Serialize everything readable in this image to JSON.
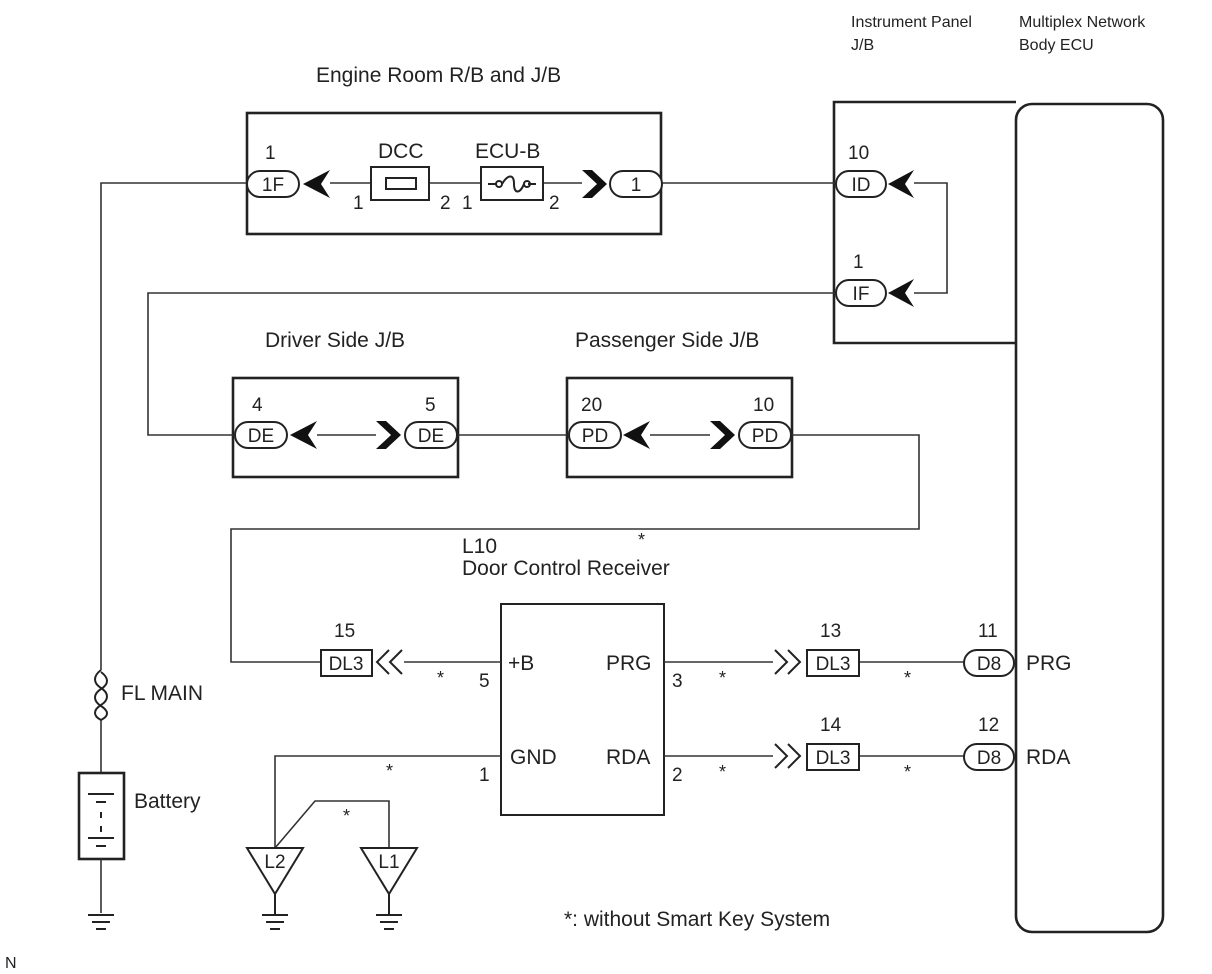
{
  "labels": {
    "ip_jb_line1": "Instrument Panel",
    "ip_jb_line2": "J/B",
    "ecu_line1": "Multiplex Network",
    "ecu_line2": "Body ECU",
    "engine_room": "Engine Room R/B and J/B",
    "driver_jb": "Driver Side J/B",
    "passenger_jb": "Passenger Side J/B",
    "receiver_code": "L10",
    "receiver_name": "Door Control Receiver",
    "fl_main": "FL MAIN",
    "battery": "Battery",
    "footnote": "*: without Smart Key System",
    "corner": "N"
  },
  "fuses": {
    "dcc": "DCC",
    "ecu_b": "ECU-B"
  },
  "connectors": {
    "er_1f": {
      "code": "1F",
      "pin": "1"
    },
    "er_1": {
      "code": "1"
    },
    "ip_id": {
      "code": "ID",
      "pin": "10"
    },
    "ip_if": {
      "code": "IF",
      "pin": "1"
    },
    "de_left": {
      "code": "DE",
      "pin": "4"
    },
    "de_right": {
      "code": "DE",
      "pin": "5"
    },
    "pd_left": {
      "code": "PD",
      "pin": "20"
    },
    "pd_right": {
      "code": "PD",
      "pin": "10"
    },
    "dl3_b": {
      "code": "DL3",
      "pin": "15"
    },
    "dl3_prg": {
      "code": "DL3",
      "pin": "13"
    },
    "dl3_rda": {
      "code": "DL3",
      "pin": "14"
    },
    "d8_prg": {
      "code": "D8",
      "pin": "11"
    },
    "d8_rda": {
      "code": "D8",
      "pin": "12"
    }
  },
  "fuse_pins": {
    "dcc_in": "1",
    "dcc_out": "2",
    "ecub_in": "1",
    "ecub_out": "2"
  },
  "receiver_terminals": {
    "b": {
      "name": "+B",
      "pin": "5"
    },
    "gnd": {
      "name": "GND",
      "pin": "1"
    },
    "prg": {
      "name": "PRG",
      "pin": "3"
    },
    "rda": {
      "name": "RDA",
      "pin": "2"
    }
  },
  "ecu_terminals": {
    "prg": "PRG",
    "rda": "RDA"
  },
  "grounds": {
    "l1": "L1",
    "l2": "L2"
  },
  "asterisk": "*"
}
